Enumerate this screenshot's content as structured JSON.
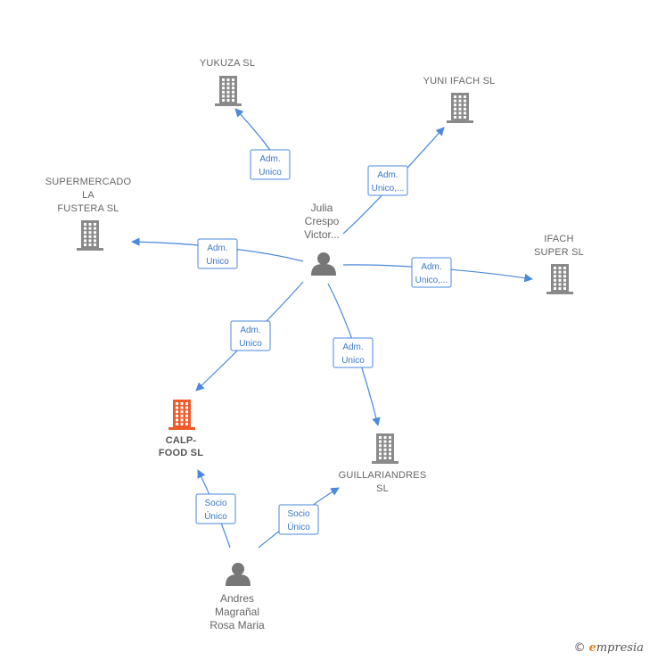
{
  "colors": {
    "building": "#8a8a8a",
    "building_main": "#f05a28",
    "person": "#777777",
    "edge": "#4a89dc"
  },
  "people": [
    {
      "id": "julia",
      "lines": [
        "Julia",
        "Crespo",
        "Victor..."
      ]
    },
    {
      "id": "andres",
      "lines": [
        "Andres",
        "Magrañal",
        "Rosa Maria"
      ]
    }
  ],
  "companies": [
    {
      "id": "yukuza",
      "lines": [
        "YUKUZA  SL"
      ],
      "main": false
    },
    {
      "id": "yuni",
      "lines": [
        "YUNI IFACH SL"
      ],
      "main": false
    },
    {
      "id": "supermercado",
      "lines": [
        "SUPERMERCADO",
        "LA",
        "FUSTERA SL"
      ],
      "main": false
    },
    {
      "id": "ifach",
      "lines": [
        "IFACH",
        "SUPER  SL"
      ],
      "main": false
    },
    {
      "id": "calp",
      "lines": [
        "CALP-",
        "FOOD  SL"
      ],
      "main": true
    },
    {
      "id": "guillariandres",
      "lines": [
        "GUILLARIANDRES",
        "SL"
      ],
      "main": false
    }
  ],
  "edges": [
    {
      "from": "julia",
      "to": "yukuza",
      "label": [
        "Adm.",
        "Unico"
      ]
    },
    {
      "from": "julia",
      "to": "yuni",
      "label": [
        "Adm.",
        "Unico,..."
      ]
    },
    {
      "from": "julia",
      "to": "supermercado",
      "label": [
        "Adm.",
        "Unico"
      ]
    },
    {
      "from": "julia",
      "to": "ifach",
      "label": [
        "Adm.",
        "Unico,..."
      ]
    },
    {
      "from": "julia",
      "to": "calp",
      "label": [
        "Adm.",
        "Unico"
      ]
    },
    {
      "from": "julia",
      "to": "guillariandres",
      "label": [
        "Adm.",
        "Unico"
      ]
    },
    {
      "from": "andres",
      "to": "calp",
      "label": [
        "Socio",
        "Único"
      ]
    },
    {
      "from": "andres",
      "to": "guillariandres",
      "label": [
        "Socio",
        "Único"
      ]
    }
  ],
  "footer": {
    "copyright": "©",
    "brand_e": "e",
    "brand_rest": "mpresia"
  }
}
